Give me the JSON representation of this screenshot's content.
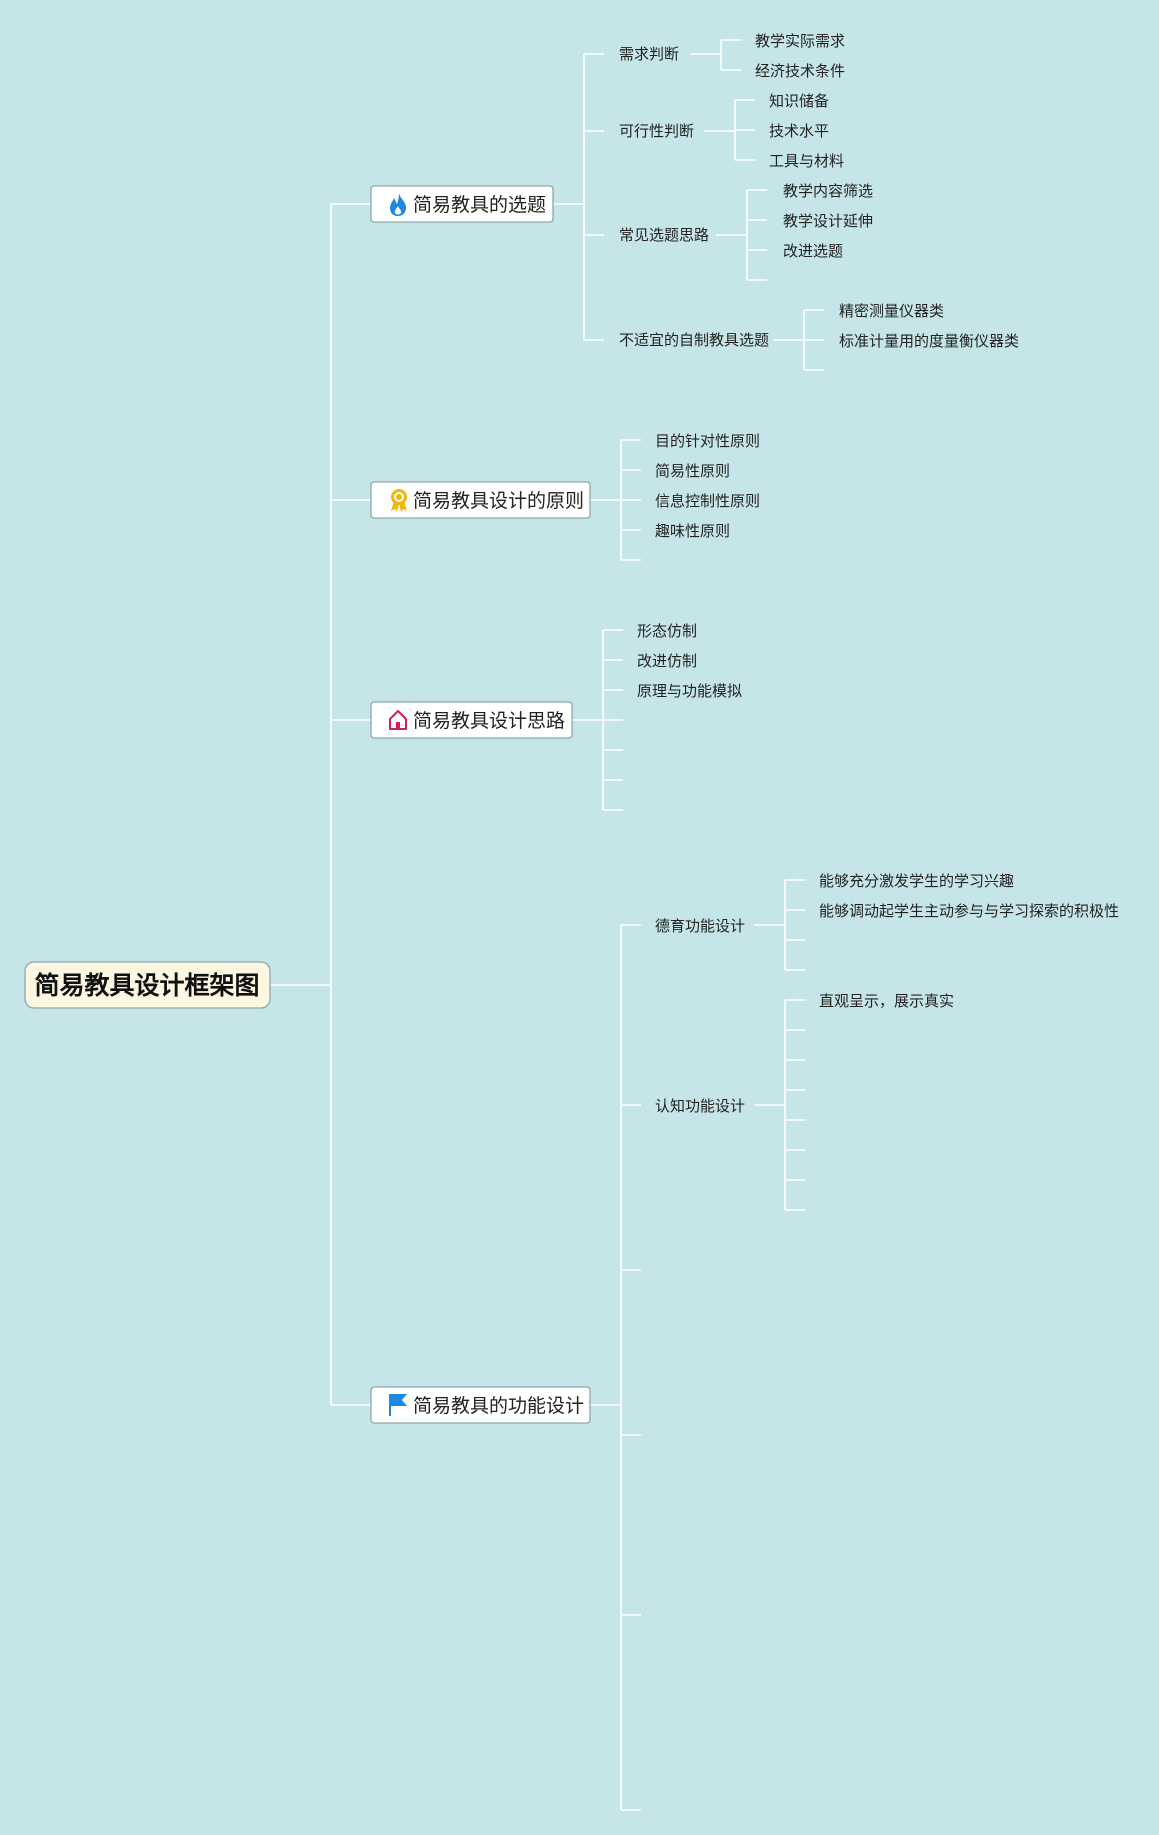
{
  "root": {
    "label": "简易教具设计框架图"
  },
  "branches": [
    {
      "label": "简易教具的选题",
      "icon": "fire-icon",
      "icon_color": "#1e88e5",
      "children": [
        {
          "label": "需求判断",
          "children": [
            "教学实际需求",
            "经济技术条件"
          ]
        },
        {
          "label": "可行性判断",
          "children": [
            "知识储备",
            "技术水平",
            "工具与材料"
          ]
        },
        {
          "label": "常见选题思路",
          "children": [
            "教学内容筛选",
            "教学设计延伸",
            "改进选题",
            ""
          ]
        },
        {
          "label": "不适宜的自制教具选题",
          "children": [
            "精密测量仪器类",
            "标准计量用的度量衡仪器类",
            ""
          ]
        }
      ]
    },
    {
      "label": "简易教具设计的原则",
      "icon": "award-ribbon-icon",
      "icon_color": "#f2b705",
      "children": [
        "目的针对性原则",
        "简易性原则",
        "信息控制性原则",
        "趣味性原则",
        ""
      ]
    },
    {
      "label": "简易教具设计思路",
      "icon": "house-icon",
      "icon_color": "#d81b60",
      "children": [
        "形态仿制",
        "改进仿制",
        "原理与功能模拟",
        "",
        "",
        "",
        ""
      ]
    },
    {
      "label": "简易教具的功能设计",
      "icon": "flag-icon",
      "icon_color": "#1e88e5",
      "children": [
        {
          "label": "德育功能设计",
          "children": [
            "能够充分激发学生的学习兴趣",
            "能够调动起学生主动参与与学习探索的积极性",
            "",
            ""
          ]
        },
        {
          "label": "认知功能设计",
          "children": [
            "直观呈示，展示真实",
            "",
            "",
            "",
            "",
            "",
            "",
            ""
          ]
        },
        {
          "label": "",
          "children": []
        },
        {
          "label": "",
          "children": []
        },
        {
          "label": "",
          "children": []
        },
        {
          "label": "",
          "children": []
        }
      ]
    }
  ]
}
